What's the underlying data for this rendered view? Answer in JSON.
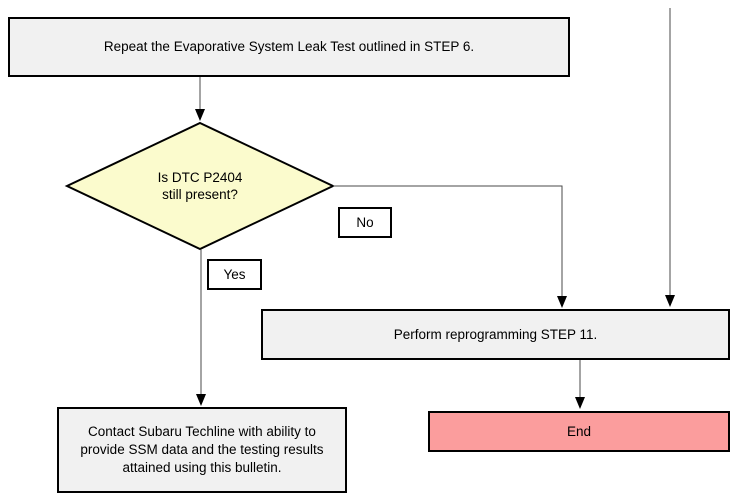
{
  "flowchart": {
    "colors": {
      "canvas_bg": "#ffffff",
      "process_fill": "#f1f1f1",
      "decision_fill": "#fbfbcd",
      "end_fill": "#fb9d9d",
      "node_border": "#000000",
      "connector": "#4a4a4a",
      "text": "#000000"
    },
    "nodes": {
      "repeat_test": {
        "label": "Repeat the Evaporative System Leak Test outlined in STEP 6."
      },
      "decision": {
        "lines": [
          "Is DTC P2404",
          "still present?"
        ]
      },
      "no_label": {
        "label": "No"
      },
      "yes_label": {
        "label": "Yes"
      },
      "perform_reprogramming": {
        "label": "Perform reprogramming STEP 11."
      },
      "end": {
        "label": "End"
      },
      "contact_techline": {
        "lines": [
          "Contact Subaru Techline with ability to",
          "provide SSM data and the testing results",
          "attained using this bulletin."
        ]
      }
    }
  }
}
